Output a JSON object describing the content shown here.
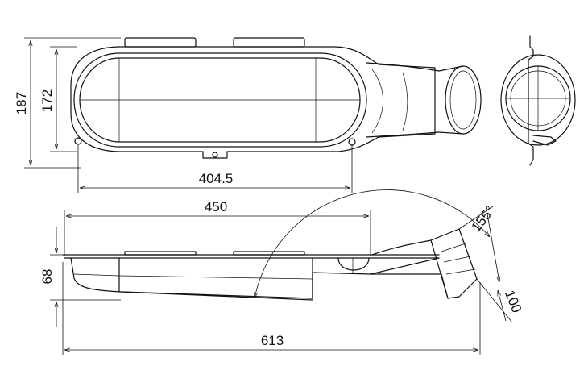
{
  "dimensions": {
    "overall_height": "187",
    "inner_height": "172",
    "hole_spacing": "404.5",
    "body_length": "450",
    "side_height": "68",
    "overall_length": "613",
    "outlet_angle": "155°",
    "outlet_diameter": "100"
  }
}
